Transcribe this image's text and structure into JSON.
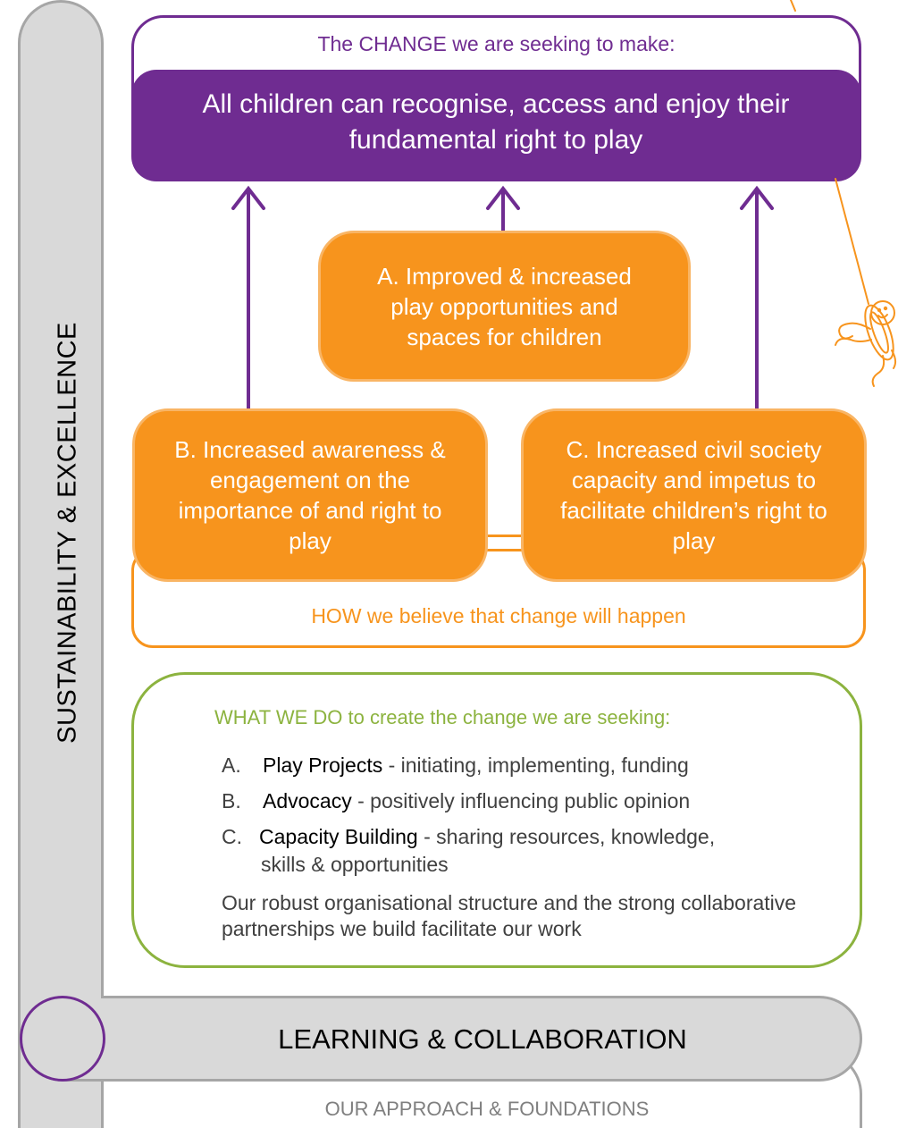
{
  "foundations": {
    "label": "OUR APPROACH & FOUNDATIONS"
  },
  "learning": {
    "label": "LEARNING  &  COLLABORATION"
  },
  "sustainability": {
    "label": "SUSTAINABILITY  &  EXCELLENCE"
  },
  "change": {
    "label": "The CHANGE we are seeking to make:",
    "statement": "All children can recognise, access and enjoy their fundamental right to play"
  },
  "outcomes": {
    "a": "A. Improved & increased play opportunities and spaces for children",
    "b": "B. Increased awareness & engagement on the importance of and right to play",
    "c": "C. Increased civil society capacity and impetus to facilitate children’s right to play"
  },
  "how": {
    "label": "HOW we believe that change will happen"
  },
  "what": {
    "title": "WHAT WE DO to create the change we are seeking:",
    "items": [
      {
        "letter": "A.",
        "name": "Play Projects",
        "desc": " - initiating, implementing, funding"
      },
      {
        "letter": "B.",
        "name": "Advocacy",
        "desc": " - positively influencing public opinion"
      },
      {
        "letter": "C.",
        "name": "Capacity Building",
        "desc": " - sharing resources, knowledge,",
        "desc2": "skills & opportunities"
      }
    ],
    "footer": "Our robust organisational structure and the strong collaborative partnerships we build facilitate our work"
  },
  "colors": {
    "purple": "#6f2c91",
    "orange": "#f7941d",
    "green": "#8cb33f",
    "grey": "#a6a6a6"
  },
  "icons": {
    "mascot": "swinging-child-icon"
  }
}
